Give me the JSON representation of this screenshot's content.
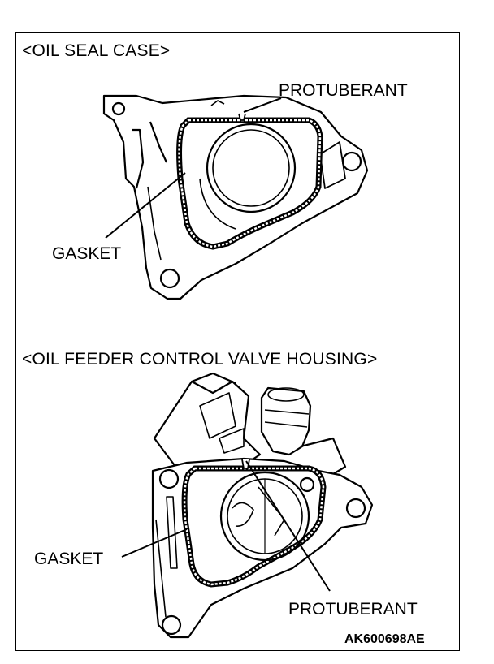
{
  "diagram": {
    "top": {
      "title": "<OIL SEAL CASE>",
      "protuberant_label": "PROTUBERANT",
      "gasket_label": "GASKET"
    },
    "bottom": {
      "title": "<OIL FEEDER CONTROL VALVE HOUSING>",
      "protuberant_label": "PROTUBERANT",
      "gasket_label": "GASKET"
    },
    "figure_code": "AK600698AE"
  }
}
